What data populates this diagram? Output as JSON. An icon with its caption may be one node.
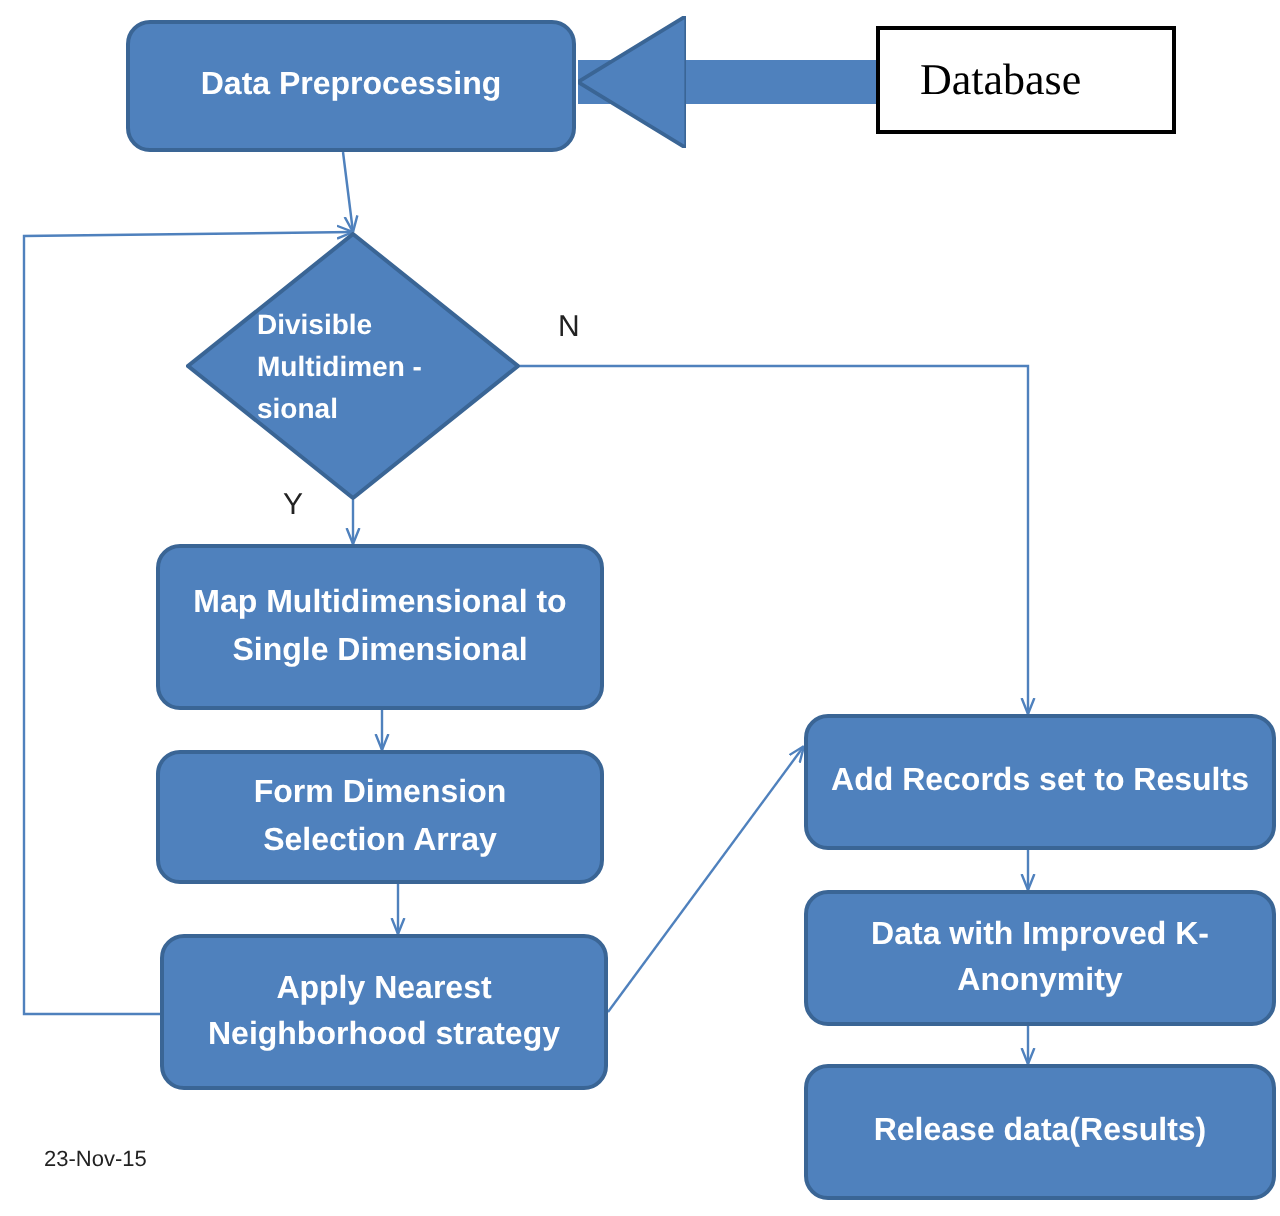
{
  "diagram": {
    "nodes": [
      {
        "text": [
          "Data Preprocessing"
        ]
      },
      {
        "text": [
          "Database"
        ]
      },
      {
        "text": [
          "Divisible Multidimen -sional"
        ]
      },
      {
        "text": [
          "Map Multidimensional to Single Dimensional"
        ]
      },
      {
        "text": [
          "Form Dimension Selection Array"
        ]
      },
      {
        "text": [
          "Apply Nearest Neighborhood strategy"
        ]
      },
      {
        "text": [
          "Add Records set to Results"
        ]
      },
      {
        "text": [
          "Data with Improved K-Anonymity"
        ]
      },
      {
        "text": [
          "Release data(Results)"
        ]
      }
    ],
    "edges": [
      {
        "from": 1,
        "to": 0,
        "arrow": "to",
        "style": "thick"
      },
      {
        "from": 0,
        "to": 2,
        "arrow": "to"
      },
      {
        "from": 2,
        "to": 3,
        "arrow": "to",
        "label": "Y"
      },
      {
        "from": 2,
        "to": 6,
        "arrow": "to",
        "label": "N"
      },
      {
        "from": 3,
        "to": 4,
        "arrow": "to"
      },
      {
        "from": 4,
        "to": 5,
        "arrow": "to"
      },
      {
        "from": 5,
        "to": 2,
        "arrow": "to"
      },
      {
        "from": 5,
        "to": 6,
        "arrow": "to"
      },
      {
        "from": 6,
        "to": 7,
        "arrow": "to"
      },
      {
        "from": 7,
        "to": 8,
        "arrow": "to"
      }
    ],
    "labels": [
      "23-Nov-15"
    ]
  }
}
